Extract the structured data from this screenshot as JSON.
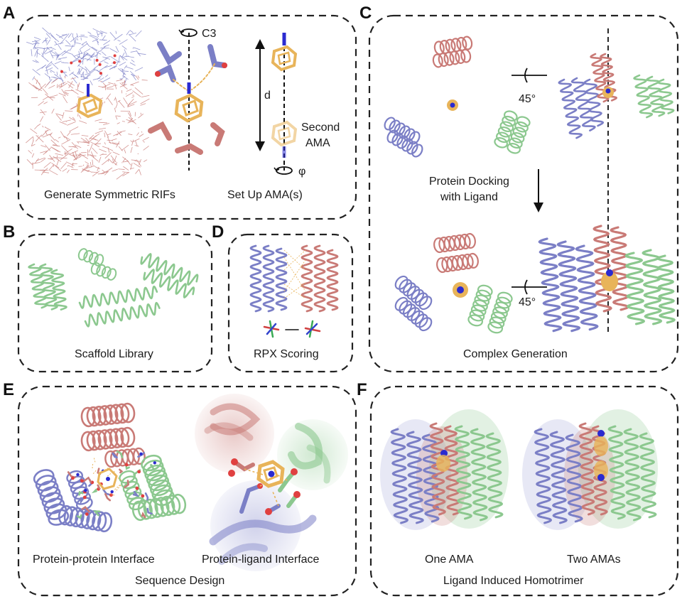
{
  "panels": {
    "A": {
      "letter": "A",
      "caption_left": "Generate Symmetric RIFs",
      "caption_right": "Set Up AMA(s)",
      "axis_label": "C3",
      "distance_label": "d",
      "second_ama_line1": "Second",
      "second_ama_line2": "AMA",
      "rotation_label": "φ"
    },
    "B": {
      "letter": "B",
      "caption": "Scaffold Library"
    },
    "C": {
      "letter": "C",
      "angle_top": "45°",
      "angle_bottom": "45°",
      "docking_line1": "Protein Docking",
      "docking_line2": "with Ligand",
      "caption": "Complex Generation"
    },
    "D": {
      "letter": "D",
      "caption": "RPX Scoring"
    },
    "E": {
      "letter": "E",
      "caption_left": "Protein-protein Interface",
      "caption_right": "Protein-ligand Interface",
      "caption": "Sequence Design"
    },
    "F": {
      "letter": "F",
      "caption_left": "One AMA",
      "caption_right": "Two AMAs",
      "caption": "Ligand Induced Homotrimer"
    }
  },
  "colors": {
    "chain_blue": "#7b7fc6",
    "chain_red": "#c97a76",
    "chain_green": "#8cc88f",
    "ligand_orange": "#e8b45a",
    "metal_blue": "#2a2ad0",
    "oxygen_red": "#e04040"
  }
}
